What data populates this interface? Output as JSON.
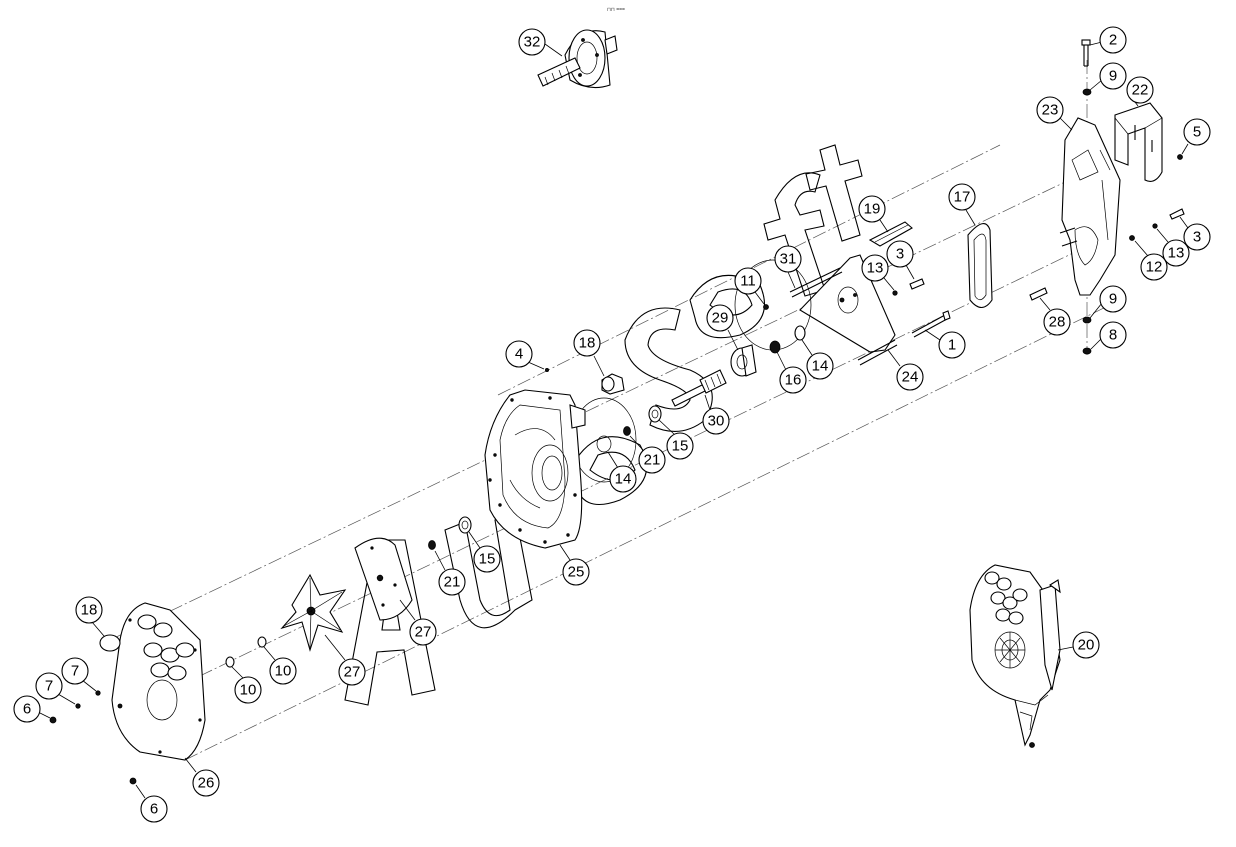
{
  "top_mark": "⊓⊓ ===",
  "watermark": "AutoSoft",
  "callouts": [
    {
      "label": "32"
    },
    {
      "label": "2"
    },
    {
      "label": "9"
    },
    {
      "label": "22"
    },
    {
      "label": "23"
    },
    {
      "label": "5"
    },
    {
      "label": "17"
    },
    {
      "label": "19"
    },
    {
      "label": "3"
    },
    {
      "label": "31"
    },
    {
      "label": "13"
    },
    {
      "label": "3"
    },
    {
      "label": "13"
    },
    {
      "label": "12"
    },
    {
      "label": "11"
    },
    {
      "label": "28"
    },
    {
      "label": "9"
    },
    {
      "label": "29"
    },
    {
      "label": "1"
    },
    {
      "label": "8"
    },
    {
      "label": "4"
    },
    {
      "label": "18"
    },
    {
      "label": "16"
    },
    {
      "label": "14"
    },
    {
      "label": "24"
    },
    {
      "label": "30"
    },
    {
      "label": "15"
    },
    {
      "label": "21"
    },
    {
      "label": "14"
    },
    {
      "label": "25"
    },
    {
      "label": "15"
    },
    {
      "label": "21"
    },
    {
      "label": "27"
    },
    {
      "label": "18"
    },
    {
      "label": "10"
    },
    {
      "label": "27"
    },
    {
      "label": "7"
    },
    {
      "label": "7"
    },
    {
      "label": "10"
    },
    {
      "label": "6"
    },
    {
      "label": "26"
    },
    {
      "label": "6"
    },
    {
      "label": "20"
    }
  ]
}
